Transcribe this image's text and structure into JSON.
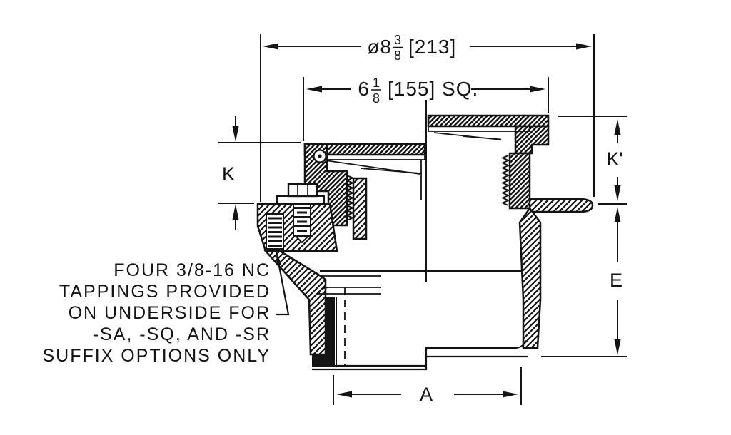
{
  "dims": {
    "diameter": {
      "prefix": "ø8",
      "num": "3",
      "den": "8",
      "metric": "[213]"
    },
    "square": {
      "prefix": "6",
      "num": "1",
      "den": "8",
      "metric": "[155] SQ."
    },
    "k": "K",
    "k_prime": "K'",
    "e": "E",
    "a": "A"
  },
  "note": {
    "lines": [
      "FOUR 3/8-16 NC",
      "TAPPINGS PROVIDED",
      "ON UNDERSIDE FOR",
      "-SA, -SQ, AND -SR",
      "SUFFIX OPTIONS ONLY"
    ]
  },
  "colors": {
    "ink": "#141414",
    "paper": "#ffffff"
  }
}
